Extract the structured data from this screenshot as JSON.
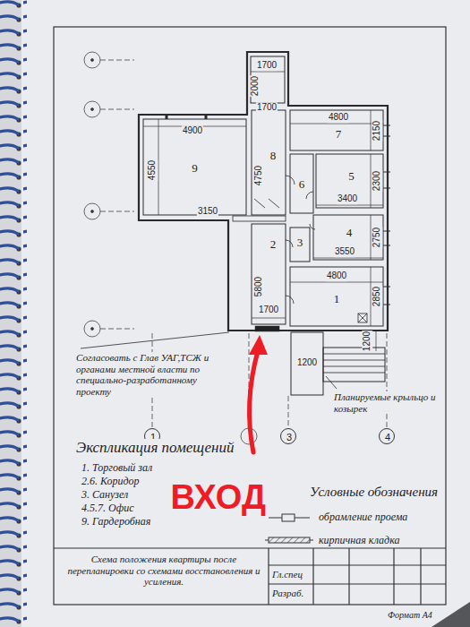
{
  "diagram": {
    "nodes": [
      {
        "text": [
          "9"
        ]
      },
      {
        "text": [
          "8"
        ]
      },
      {
        "text": [
          "7"
        ]
      },
      {
        "text": [
          "6"
        ]
      },
      {
        "text": [
          "5"
        ]
      },
      {
        "text": [
          "2"
        ]
      },
      {
        "text": [
          "3"
        ]
      },
      {
        "text": [
          "4"
        ]
      },
      {
        "text": [
          "1"
        ]
      },
      {
        "text": [
          "1"
        ]
      },
      {
        "text": [
          "3"
        ]
      },
      {
        "text": [
          "4"
        ]
      }
    ],
    "labels": [
      "1700",
      "2000",
      "1700",
      "4900",
      "4800",
      "2150",
      "4550",
      "4750",
      "2300",
      "3400",
      "3150",
      "2750",
      "3550",
      "5800",
      "4800",
      "2850",
      "1700",
      "1200",
      "1200",
      "Согласовать с Глав УАГ,ТСЖ и органами местной власти по специально-разработанному проекту",
      "Планируемые крыльцо и козырек",
      "Экспликация помещений",
      "1. Торговый зал",
      "2.6. Коридор",
      "3. Санузел",
      "4.5.7. Офис",
      "9. Гардеробная",
      "ВХОД",
      "Условные обозначения",
      "Схема положения квартиры после перепланировки со схемами восстановления и усиления.",
      "Гл.спец",
      "Разраб.",
      "Формат А4"
    ],
    "legend": [
      {
        "text": "обрамление проема"
      },
      {
        "text": "кирпичная кладка"
      }
    ]
  }
}
